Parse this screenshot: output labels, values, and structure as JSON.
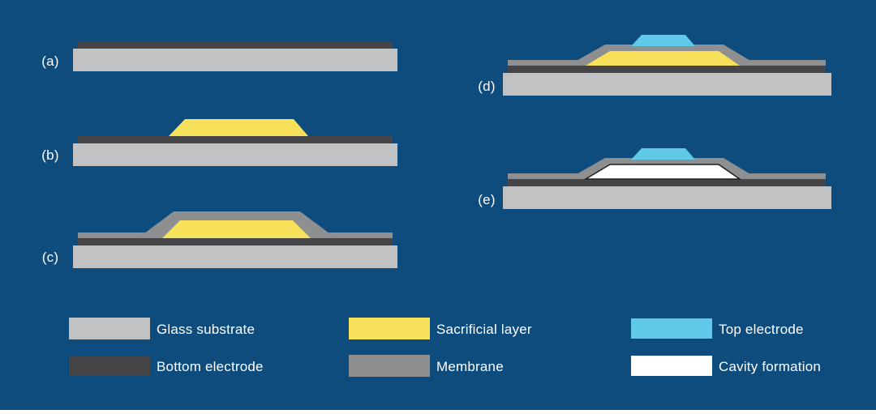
{
  "colors": {
    "background": "#0d4c7d",
    "glass_substrate": "#c1c2c4",
    "bottom_electrode": "#454548",
    "sacrificial_layer": "#f7e15b",
    "membrane": "#8e8f91",
    "top_electrode": "#5fc9e8",
    "cavity": "#ffffff",
    "text": "#ffffff"
  },
  "panels": [
    {
      "label": "(a)",
      "layers": [
        "glass substrate",
        "bottom electrode"
      ]
    },
    {
      "label": "(b)",
      "layers": [
        "glass substrate",
        "bottom electrode",
        "sacrificial layer"
      ]
    },
    {
      "label": "(c)",
      "layers": [
        "glass substrate",
        "bottom electrode",
        "membrane",
        "sacrificial layer"
      ]
    },
    {
      "label": "(d)",
      "layers": [
        "glass substrate",
        "bottom electrode",
        "membrane",
        "sacrificial layer",
        "top electrode"
      ]
    },
    {
      "label": "(e)",
      "layers": [
        "glass substrate",
        "bottom electrode",
        "membrane",
        "cavity formation",
        "top electrode"
      ]
    }
  ],
  "legend": [
    {
      "label": "Glass substrate",
      "color_key": "glass_substrate"
    },
    {
      "label": "Sacrificial layer",
      "color_key": "sacrificial_layer"
    },
    {
      "label": "Top electrode",
      "color_key": "top_electrode"
    },
    {
      "label": "Bottom electrode",
      "color_key": "bottom_electrode"
    },
    {
      "label": "Membrane",
      "color_key": "membrane"
    },
    {
      "label": "Cavity formation",
      "color_key": "cavity"
    }
  ]
}
